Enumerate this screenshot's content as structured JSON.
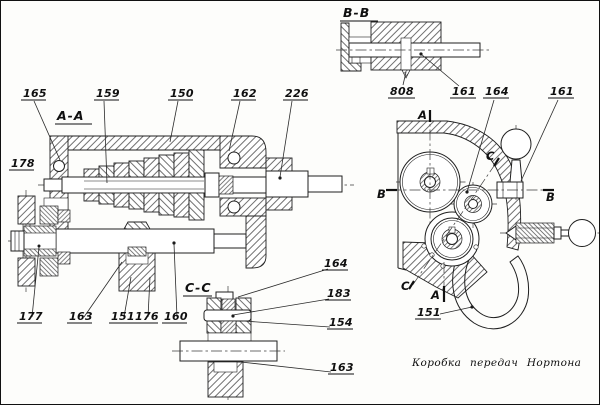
{
  "drawing": {
    "caption": "Коробка передач Нортона",
    "view_aa": {
      "title": "A-A",
      "callouts": {
        "c165": "165",
        "c159": "159",
        "c150": "150",
        "c162": "162",
        "c226": "226",
        "c178": "178",
        "c177": "177",
        "c163": "163",
        "c151": "151",
        "c176": "176",
        "c160": "160"
      }
    },
    "view_bb": {
      "title": "В-В",
      "callouts": {
        "c808": "808",
        "c161": "161"
      }
    },
    "view_side": {
      "callouts": {
        "c164": "164",
        "c161": "161",
        "c151": "151"
      },
      "markers": {
        "a_top": "A",
        "a_bottom": "A",
        "b_left": "В",
        "b_right": "В",
        "c_top": "C",
        "c_bottom": "C"
      }
    },
    "view_cc": {
      "title": "C-C",
      "callouts": {
        "c164": "164",
        "c183": "183",
        "c154": "154",
        "c163": "163"
      }
    }
  }
}
